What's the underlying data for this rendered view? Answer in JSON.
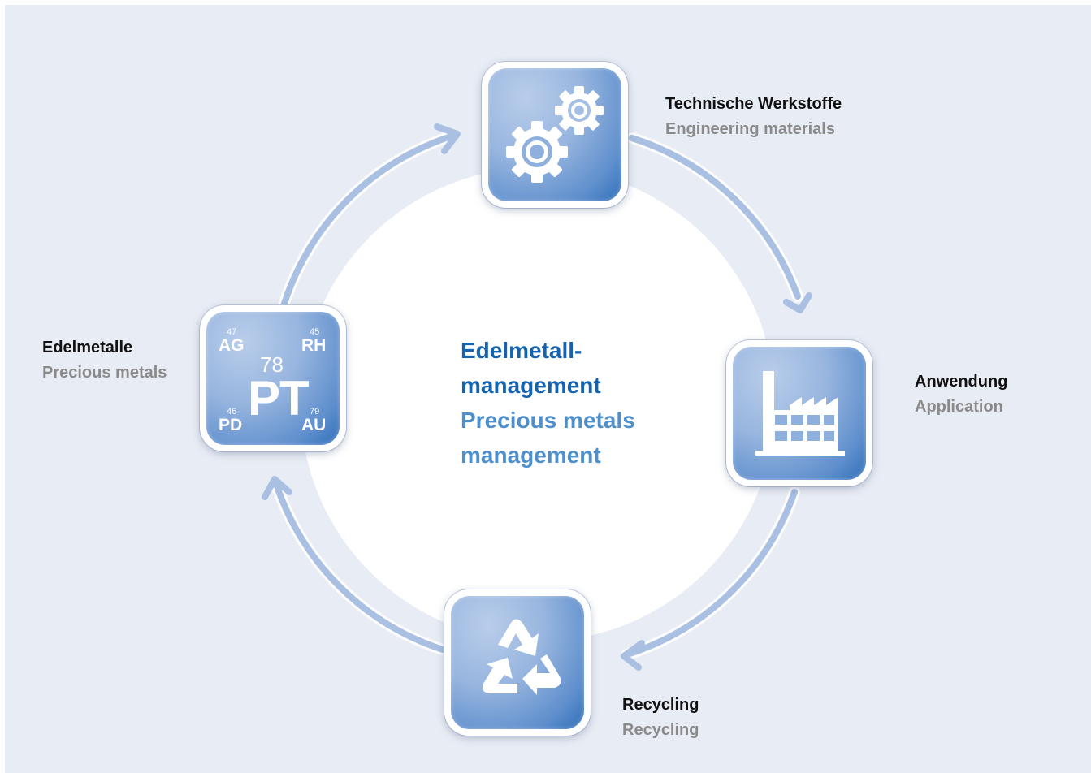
{
  "center": {
    "title_de_line1": "Edelmetall-",
    "title_de_line2": "management",
    "title_en_line1": "Precious metals",
    "title_en_line2": "management"
  },
  "nodes": [
    {
      "id": "engineering",
      "icon": "gears-icon",
      "label_de": "Technische Werkstoffe",
      "label_en": "Engineering materials"
    },
    {
      "id": "application",
      "icon": "factory-icon",
      "label_de": "Anwendung",
      "label_en": "Application"
    },
    {
      "id": "recycling",
      "icon": "recycle-icon",
      "label_de": "Recycling",
      "label_en": "Recycling"
    },
    {
      "id": "precious",
      "icon": "periodic-elements-icon",
      "label_de": "Edelmetalle",
      "label_en": "Precious metals"
    }
  ],
  "periodic_tile": {
    "center": {
      "number": "78",
      "symbol": "PT"
    },
    "top_left": {
      "number": "47",
      "symbol": "AG"
    },
    "top_right": {
      "number": "45",
      "symbol": "RH"
    },
    "bottom_left": {
      "number": "46",
      "symbol": "PD"
    },
    "bottom_right": {
      "number": "79",
      "symbol": "AU"
    }
  },
  "colors": {
    "background": "#e8ecf4",
    "arrow": "#a9c0e3",
    "tile_light": "#b9cdea",
    "tile_dark": "#2f6fb8",
    "title_de": "#1563ae",
    "title_en": "#4f8fca",
    "label_de": "#111111",
    "label_en": "#8a8a8a"
  }
}
